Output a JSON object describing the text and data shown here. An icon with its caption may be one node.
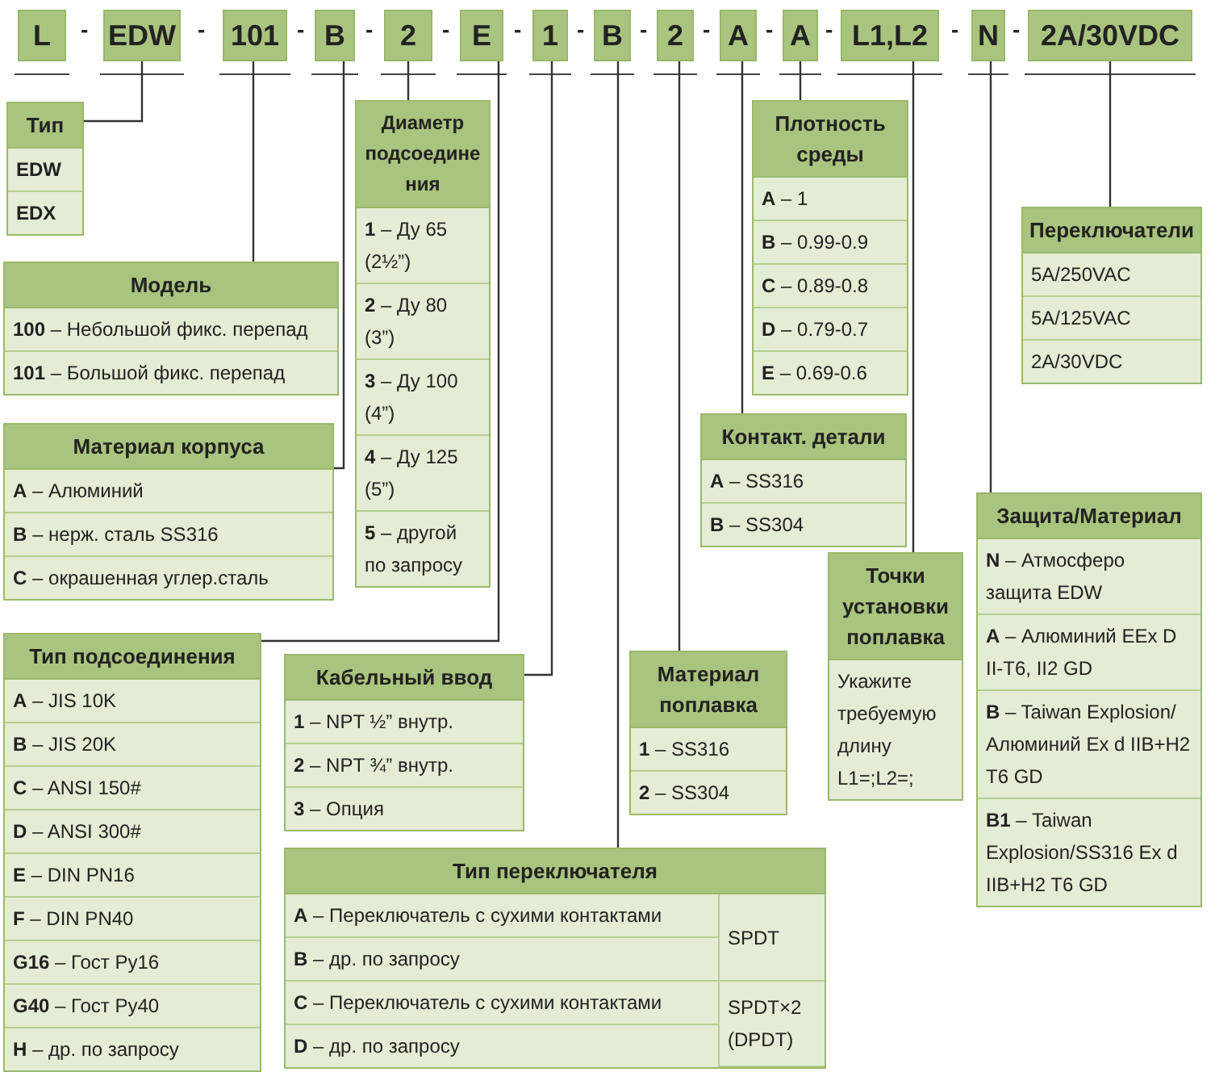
{
  "diagram": {
    "nodes": [
      {
        "text": [
          "L"
        ]
      },
      {
        "text": [
          "EDW"
        ]
      },
      {
        "text": [
          "101"
        ]
      },
      {
        "text": [
          "B"
        ]
      },
      {
        "text": [
          "2"
        ]
      },
      {
        "text": [
          "E"
        ]
      },
      {
        "text": [
          "1"
        ]
      },
      {
        "text": [
          "B"
        ]
      },
      {
        "text": [
          "2"
        ]
      },
      {
        "text": [
          "A"
        ]
      },
      {
        "text": [
          "A"
        ]
      },
      {
        "text": [
          "L1,L2"
        ]
      },
      {
        "text": [
          "N"
        ]
      },
      {
        "text": [
          "2A/30VDC"
        ]
      },
      {
        "text": [
          "Тип"
        ]
      },
      {
        "text": [
          "EDW"
        ],
        "in": 14
      },
      {
        "text": [
          "EDX"
        ],
        "in": 14
      },
      {
        "text": [
          "Диаметр подсоединения"
        ]
      },
      {
        "text": [
          "**1** – Ду 65 (2½”)"
        ],
        "in": 17
      },
      {
        "text": [
          "**2** – Ду 80 (3”)"
        ],
        "in": 17
      },
      {
        "text": [
          "**3** – Ду 100 (4”)"
        ],
        "in": 17
      },
      {
        "text": [
          "**4** – Ду 125 (5”)"
        ],
        "in": 17
      },
      {
        "text": [
          "**5** – другой по запросу"
        ],
        "in": 17
      },
      {
        "text": [
          "Плотность среды"
        ]
      },
      {
        "text": [
          "**A** – 1"
        ],
        "in": 23
      },
      {
        "text": [
          "**B** – 0.99-0.9"
        ],
        "in": 23
      },
      {
        "text": [
          "**C** – 0.89-0.8"
        ],
        "in": 23
      },
      {
        "text": [
          "**D** – 0.79-0.7"
        ],
        "in": 23
      },
      {
        "text": [
          "**E** – 0.69-0.6"
        ],
        "in": 23
      },
      {
        "text": [
          "Модель"
        ]
      },
      {
        "text": [
          "**100** – Небольшой фикс. перепад"
        ],
        "in": 29
      },
      {
        "text": [
          "**101** – Большой фикс. перепад"
        ],
        "in": 29
      },
      {
        "text": [
          "Переключатели"
        ]
      },
      {
        "text": [
          "5A/250VAC"
        ],
        "in": 32
      },
      {
        "text": [
          "5A/125VAC"
        ],
        "in": 32
      },
      {
        "text": [
          "2A/30VDC"
        ],
        "in": 32
      },
      {
        "text": [
          "Контакт. детали"
        ]
      },
      {
        "text": [
          "**A** – SS316"
        ],
        "in": 36
      },
      {
        "text": [
          "**B** – SS304"
        ],
        "in": 36
      },
      {
        "text": [
          "Материал корпуса"
        ]
      },
      {
        "text": [
          "**A** – Алюминий"
        ],
        "in": 39
      },
      {
        "text": [
          "**B** – нерж. сталь SS316"
        ],
        "in": 39
      },
      {
        "text": [
          "**C** – окрашенная углер.сталь"
        ],
        "in": 39
      },
      {
        "text": [
          "Защита/Материал"
        ]
      },
      {
        "text": [
          "**N** – Атмосферо защита EDW"
        ],
        "in": 43
      },
      {
        "text": [
          "**A** – Алюминий EEx D II-T6, II2 GD"
        ],
        "in": 43
      },
      {
        "text": [
          "**B** – Taiwan Explosion/ Алюминий Ex d IIB+H2 T6 GD"
        ],
        "in": 43
      },
      {
        "text": [
          "**B1** – Taiwan Explosion/SS316 Ex d IIB+H2 T6 GD"
        ],
        "in": 43
      },
      {
        "text": [
          "Точки установки поплавка"
        ]
      },
      {
        "text": [
          "Укажите требуемую длину L1=;L2=;"
        ],
        "in": 48
      },
      {
        "text": [
          "Тип подсоединения"
        ]
      },
      {
        "text": [
          "**A** – JIS 10K"
        ],
        "in": 50
      },
      {
        "text": [
          "**B** – JIS 20K"
        ],
        "in": 50
      },
      {
        "text": [
          "**C** – ANSI 150#"
        ],
        "in": 50
      },
      {
        "text": [
          "**D** – ANSI 300#"
        ],
        "in": 50
      },
      {
        "text": [
          "**E** – DIN PN16"
        ],
        "in": 50
      },
      {
        "text": [
          "**F** – DIN PN40"
        ],
        "in": 50
      },
      {
        "text": [
          "**G16** – Гост Ру16"
        ],
        "in": 50
      },
      {
        "text": [
          "**G40** – Гост Ру40"
        ],
        "in": 50
      },
      {
        "text": [
          "**H** – др. по запросу"
        ],
        "in": 50
      },
      {
        "text": [
          "Материал поплавка"
        ]
      },
      {
        "text": [
          "**1** – SS316"
        ],
        "in": 60
      },
      {
        "text": [
          "**2** – SS304"
        ],
        "in": 60
      },
      {
        "text": [
          "Кабельный ввод"
        ]
      },
      {
        "text": [
          "**1** – NPT ½” внутр."
        ],
        "in": 63
      },
      {
        "text": [
          "**2** – NPT ¾” внутр."
        ],
        "in": 63
      },
      {
        "text": [
          "**3** – Опция"
        ],
        "in": 63
      },
      {
        "text": [
          "Тип переключателя"
        ]
      },
      {
        "text": [
          "**A** – Переключатель с сухими контактами"
        ],
        "in": 67
      },
      {
        "text": [
          "SPDT"
        ],
        "in": 67
      },
      {
        "text": [
          "**B** – др. по запросу"
        ],
        "in": 67
      },
      {
        "text": [
          "**C** – Переключатель с сухими контактами"
        ],
        "in": 67
      },
      {
        "text": [
          "SPDT×2 (DPDT)"
        ],
        "in": 67
      },
      {
        "text": [
          "**D** – др. по запросу"
        ],
        "in": 67
      }
    ],
    "edges": [
      {
        "from": 1,
        "to": 14,
        "arrow": "none"
      },
      {
        "from": 2,
        "to": 29,
        "arrow": "none"
      },
      {
        "from": 3,
        "to": 39,
        "arrow": "none"
      },
      {
        "from": 4,
        "to": 17,
        "arrow": "none"
      },
      {
        "from": 5,
        "to": 50,
        "arrow": "none"
      },
      {
        "from": 6,
        "to": 63,
        "arrow": "none"
      },
      {
        "from": 7,
        "to": 67,
        "arrow": "none"
      },
      {
        "from": 8,
        "to": 60,
        "arrow": "none"
      },
      {
        "from": 9,
        "to": 36,
        "arrow": "none"
      },
      {
        "from": 10,
        "to": 23,
        "arrow": "none"
      },
      {
        "from": 11,
        "to": 48,
        "arrow": "none"
      },
      {
        "from": 12,
        "to": 43,
        "arrow": "none"
      },
      {
        "from": 13,
        "to": 32,
        "arrow": "none"
      }
    ],
    "labels": [
      "-",
      "-",
      "-",
      "-",
      "-",
      "-",
      "-",
      "-",
      "-",
      "-",
      "-",
      "-",
      "-"
    ]
  }
}
